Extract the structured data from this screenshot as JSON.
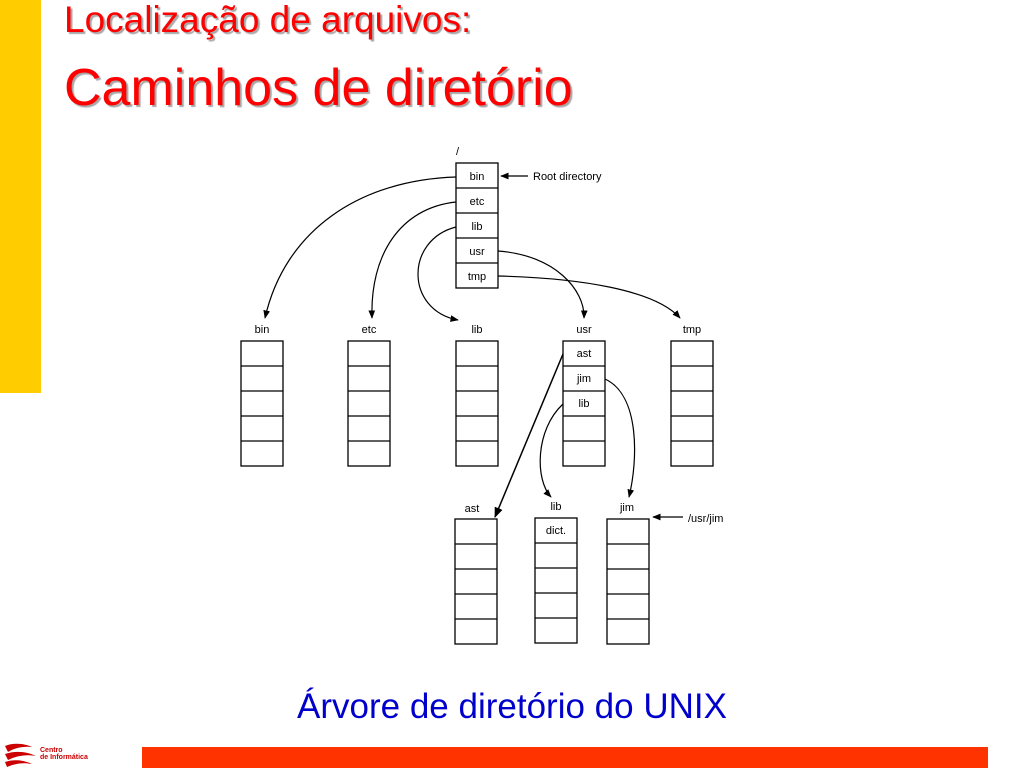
{
  "slide": {
    "title_line1": "Localização de arquivos:",
    "title_line2": "Caminhos de diretório",
    "caption": "Árvore de diretório do UNIX"
  },
  "logo": {
    "line1": "Centro",
    "line2": "de Informática"
  },
  "diagram": {
    "root_label": "/",
    "root_entries": [
      "bin",
      "etc",
      "lib",
      "usr",
      "tmp"
    ],
    "root_annotation": "Root directory",
    "subdirs": [
      {
        "name": "bin",
        "entries": [
          "",
          "",
          "",
          "",
          ""
        ]
      },
      {
        "name": "etc",
        "entries": [
          "",
          "",
          "",
          "",
          ""
        ]
      },
      {
        "name": "lib",
        "entries": [
          "",
          "",
          "",
          "",
          ""
        ]
      },
      {
        "name": "usr",
        "entries": [
          "ast",
          "jim",
          "lib",
          "",
          ""
        ]
      },
      {
        "name": "tmp",
        "entries": [
          "",
          "",
          "",
          "",
          ""
        ]
      }
    ],
    "usr_subdirs": [
      {
        "name": "ast",
        "entries": [
          "",
          "",
          "",
          "",
          ""
        ]
      },
      {
        "name": "lib",
        "entries": [
          "dict.",
          "",
          "",
          "",
          ""
        ]
      },
      {
        "name": "jim",
        "entries": [
          "",
          "",
          "",
          "",
          ""
        ]
      }
    ],
    "jim_annotation": "/usr/jim"
  },
  "colors": {
    "accent_yellow": "#ffcc00",
    "title_red": "#ff0000",
    "caption_blue": "#0000cc",
    "footer_orange": "#ff3300"
  }
}
